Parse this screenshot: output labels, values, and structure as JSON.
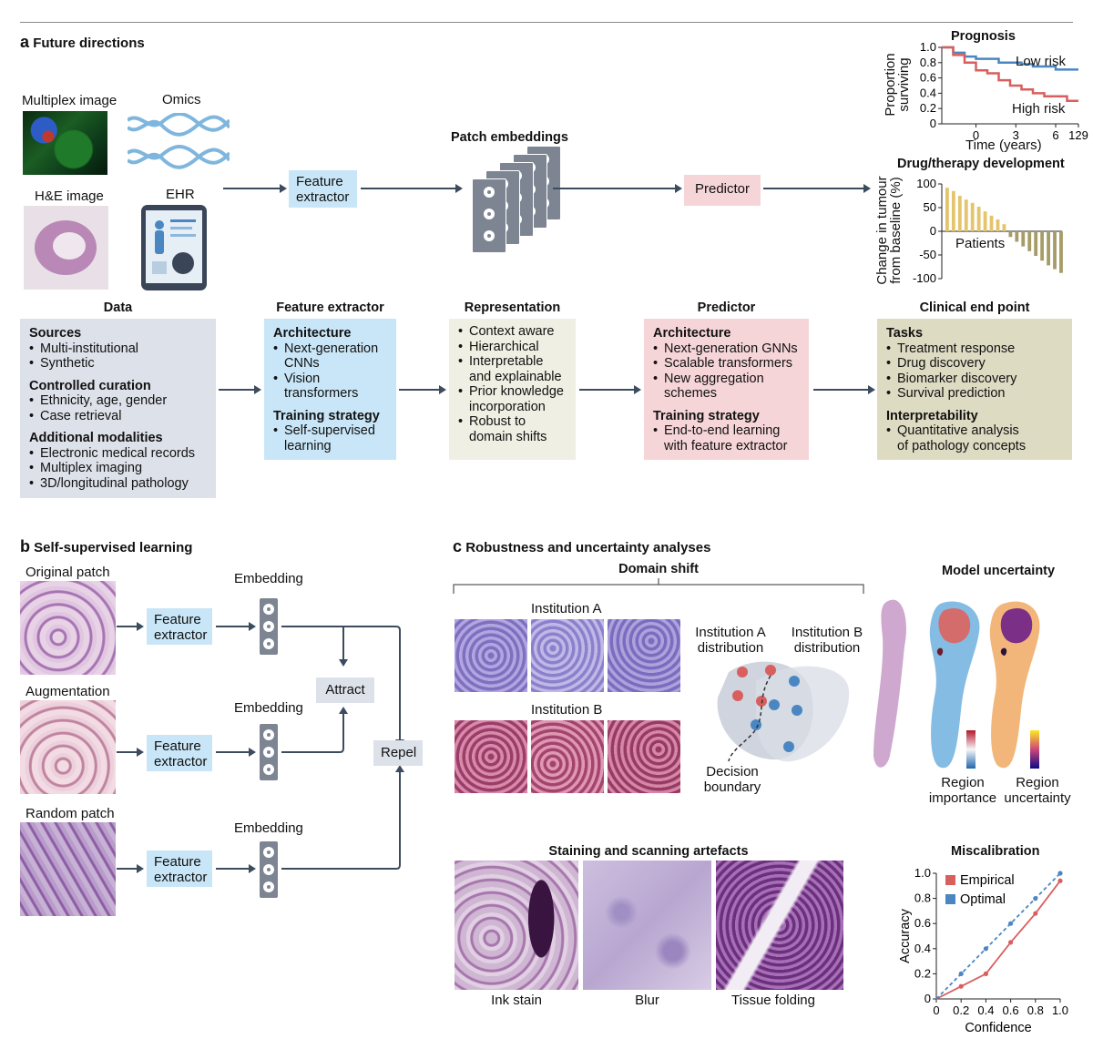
{
  "panel_a": {
    "letter": "a",
    "title": "Future directions",
    "inputs": {
      "multiplex": "Multiplex image",
      "omics": "Omics",
      "he": "H&E image",
      "ehr": "EHR"
    },
    "feature_extractor": "Feature\nextractor",
    "patch_embeddings": "Patch embeddings",
    "predictor": "Predictor",
    "prognosis": {
      "title": "Prognosis",
      "ylabel": "Proportion\nsurviving",
      "xlabel": "Time (years)",
      "low": "Low risk",
      "high": "High risk"
    },
    "drug": {
      "title": "Drug/therapy development",
      "ylabel": "Change in tumour\nfrom baseline (%)",
      "xlabel": "Patients"
    },
    "columns": [
      {
        "heading": "Data",
        "groups": [
          {
            "title": "Sources",
            "items": [
              "Multi-institutional",
              "Synthetic"
            ]
          },
          {
            "title": "Controlled curation",
            "items": [
              "Ethnicity, age, gender",
              "Case retrieval"
            ]
          },
          {
            "title": "Additional modalities",
            "items": [
              "Electronic medical records",
              "Multiplex imaging",
              "3D/longitudinal pathology"
            ]
          }
        ]
      },
      {
        "heading": "Feature extractor",
        "groups": [
          {
            "title": "Architecture",
            "items": [
              "Next-generation\nCNNs",
              "Vision\ntransformers"
            ]
          },
          {
            "title": "Training strategy",
            "items": [
              "Self-supervised\nlearning"
            ]
          }
        ]
      },
      {
        "heading": "Representation",
        "groups": [
          {
            "title": "",
            "items": [
              "Context aware",
              "Hierarchical",
              "Interpretable\nand explainable",
              "Prior knowledge\nincorporation",
              "Robust to\ndomain shifts"
            ]
          }
        ]
      },
      {
        "heading": "Predictor",
        "groups": [
          {
            "title": "Architecture",
            "items": [
              "Next-generation GNNs",
              "Scalable transformers",
              "New aggregation\nschemes"
            ]
          },
          {
            "title": "Training strategy",
            "items": [
              "End-to-end learning\nwith feature extractor"
            ]
          }
        ]
      },
      {
        "heading": "Clinical end point",
        "groups": [
          {
            "title": "Tasks",
            "items": [
              "Treatment response",
              "Drug discovery",
              "Biomarker discovery",
              "Survival prediction"
            ]
          },
          {
            "title": "Interpretability",
            "items": [
              "Quantitative analysis\nof pathology concepts"
            ]
          }
        ]
      }
    ]
  },
  "panel_b": {
    "letter": "b",
    "title": "Self-supervised learning",
    "rows": [
      {
        "patch": "Original patch",
        "extractor": "Feature\nextractor",
        "embedding": "Embedding"
      },
      {
        "patch": "Augmentation",
        "extractor": "Feature\nextractor",
        "embedding": "Embedding"
      },
      {
        "patch": "Random patch",
        "extractor": "Feature\nextractor",
        "embedding": "Embedding"
      }
    ],
    "attract": "Attract",
    "repel": "Repel"
  },
  "panel_c": {
    "letter": "c",
    "title": "Robustness and uncertainty analyses",
    "domain_shift": "Domain shift",
    "inst_a": "Institution A",
    "inst_b": "Institution B",
    "dist_a": "Institution A\ndistribution",
    "dist_b": "Institution B\ndistribution",
    "decision": "Decision\nboundary",
    "model_uncertainty": "Model uncertainty",
    "region_importance": "Region\nimportance",
    "region_uncertainty": "Region\nuncertainty",
    "artefacts": "Staining and scanning artefacts",
    "ink": "Ink stain",
    "blur": "Blur",
    "folding": "Tissue folding",
    "miscalibration": "Miscalibration"
  },
  "colors": {
    "box_data": "#dde1e9",
    "box_feature": "#c8e6f7",
    "box_repr": "#efefe3",
    "box_pred": "#f6d5d8",
    "box_clinical": "#dedbc3",
    "arrow": "#3d4b5e",
    "low_risk": "#4a87c2",
    "high_risk": "#d95f5f",
    "bar_pos": "#e4c56d",
    "bar_neg": "#a79c67"
  },
  "chart_data": [
    {
      "type": "line",
      "title": "Prognosis",
      "xlabel": "Time (years)",
      "ylabel": "Proportion surviving",
      "x_ticks": [
        "0",
        "3",
        "6",
        "129"
      ],
      "y_ticks": [
        "0",
        "0.2",
        "0.4",
        "0.6",
        "0.8",
        "1.0"
      ],
      "ylim": [
        0,
        1
      ],
      "series": [
        {
          "name": "Low risk",
          "x": [
            0,
            1,
            2,
            3,
            4,
            5,
            6,
            7,
            8,
            9,
            10,
            11,
            12
          ],
          "values": [
            1.0,
            0.93,
            0.88,
            0.85,
            0.85,
            0.8,
            0.8,
            0.78,
            0.75,
            0.75,
            0.71,
            0.71,
            0.71
          ]
        },
        {
          "name": "High risk",
          "x": [
            0,
            1,
            2,
            3,
            4,
            5,
            6,
            7,
            8,
            9,
            10,
            11,
            12
          ],
          "values": [
            1.0,
            0.9,
            0.8,
            0.7,
            0.66,
            0.57,
            0.5,
            0.45,
            0.4,
            0.36,
            0.36,
            0.3,
            0.3
          ]
        }
      ]
    },
    {
      "type": "bar",
      "title": "Drug/therapy development",
      "xlabel": "Patients",
      "ylabel": "Change in tumour from baseline (%)",
      "y_ticks": [
        "100",
        "50",
        "0",
        "-50",
        "-100"
      ],
      "ylim": [
        -100,
        100
      ],
      "values": [
        92,
        85,
        75,
        67,
        60,
        52,
        42,
        33,
        25,
        15,
        -12,
        -22,
        -32,
        -42,
        -52,
        -62,
        -72,
        -80,
        -88
      ]
    },
    {
      "type": "line",
      "title": "Miscalibration",
      "xlabel": "Confidence",
      "ylabel": "Accuracy",
      "x_ticks": [
        "0",
        "0.2",
        "0.4",
        "0.6",
        "0.8",
        "1.0"
      ],
      "y_ticks": [
        "0",
        "0.2",
        "0.4",
        "0.6",
        "0.8",
        "1.0"
      ],
      "xlim": [
        0,
        1
      ],
      "ylim": [
        0,
        1
      ],
      "series": [
        {
          "name": "Empirical",
          "x": [
            0,
            0.2,
            0.4,
            0.6,
            0.8,
            1.0
          ],
          "values": [
            0,
            0.1,
            0.2,
            0.45,
            0.68,
            0.94
          ]
        },
        {
          "name": "Optimal",
          "x": [
            0,
            0.2,
            0.4,
            0.6,
            0.8,
            1.0
          ],
          "values": [
            0,
            0.2,
            0.4,
            0.6,
            0.8,
            1.0
          ]
        }
      ]
    }
  ]
}
